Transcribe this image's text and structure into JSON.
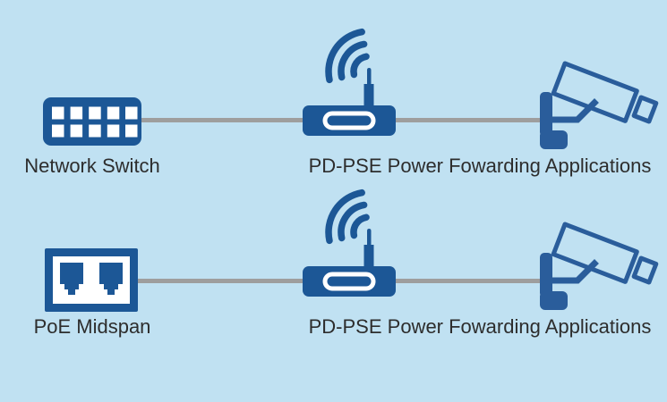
{
  "diagram": {
    "title": "PD-PSE power forwarding applications diagram",
    "rows": [
      {
        "source_label": "Network Switch",
        "source_icon": "network-switch-icon",
        "middle_label": "PD-PSE Power Fowarding Applications",
        "middle_icon": "wireless-router-icon",
        "destination_icon": "security-camera-icon"
      },
      {
        "source_label": "PoE Midspan",
        "source_icon": "poe-midspan-icon",
        "middle_label": "PD-PSE Power Fowarding Applications",
        "middle_icon": "wireless-router-icon",
        "destination_icon": "security-camera-icon"
      }
    ],
    "connector": "gray-cable-line"
  },
  "colors": {
    "background": "#c0e1f2",
    "icon_blue": "#1c5796",
    "camera_blue": "#2a5d9b",
    "line_gray": "#9e9e9e",
    "text": "#2d2d2d"
  }
}
